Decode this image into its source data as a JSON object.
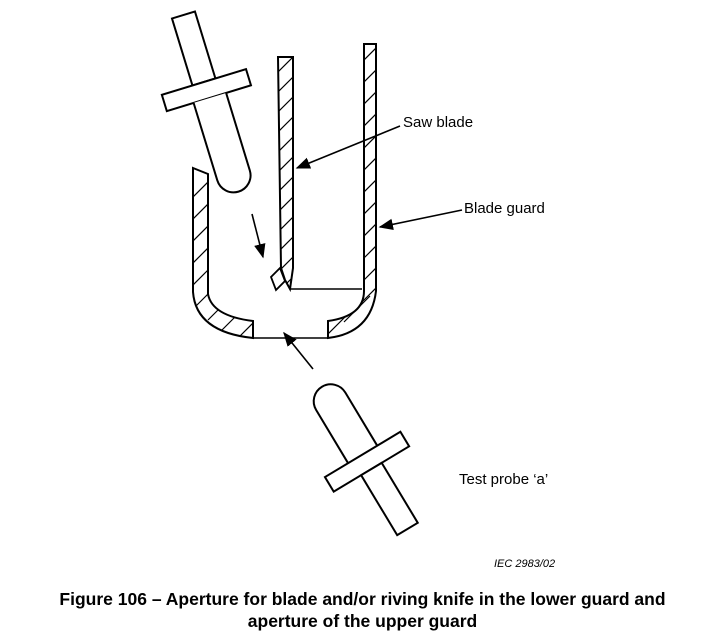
{
  "labels": {
    "saw_blade": "Saw blade",
    "blade_guard": "Blade guard",
    "test_probe": "Test probe ‘a’",
    "credit": "IEC   2983/02"
  },
  "caption": {
    "line1": "Figure 106 – Aperture for blade and/or riving knife in the lower guard and",
    "line2": "aperture of the upper guard"
  }
}
